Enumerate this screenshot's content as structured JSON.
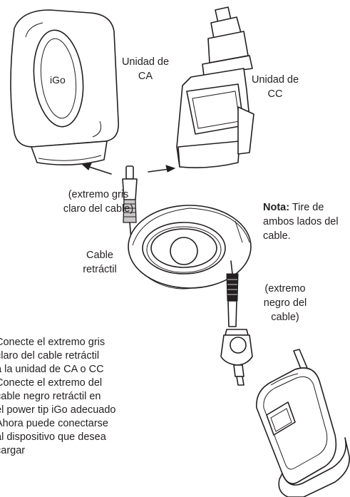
{
  "labels": {
    "ac_unit": "Unidad de\nCA",
    "dc_unit": "Unidad de\nCC",
    "gray_end": "(extremo gris\nclaro del cable)",
    "note_bold": "Nota:",
    "note_text": " Tire de\nambos lados del\ncable.",
    "cable": "Cable\nretráctil",
    "black_end": "(extremo\nnegro del\ncable)",
    "logo": "iGo"
  },
  "instructions": [
    "Conecte el extremo gris",
    "claro del cable retráctil",
    "a la unidad de CA o CC",
    "Conecte el extremo del",
    "cable negro retráctil en",
    "el power tip iGo adecuado",
    "Ahora puede conectarse",
    "al dispositivo que desea",
    "cargar"
  ]
}
